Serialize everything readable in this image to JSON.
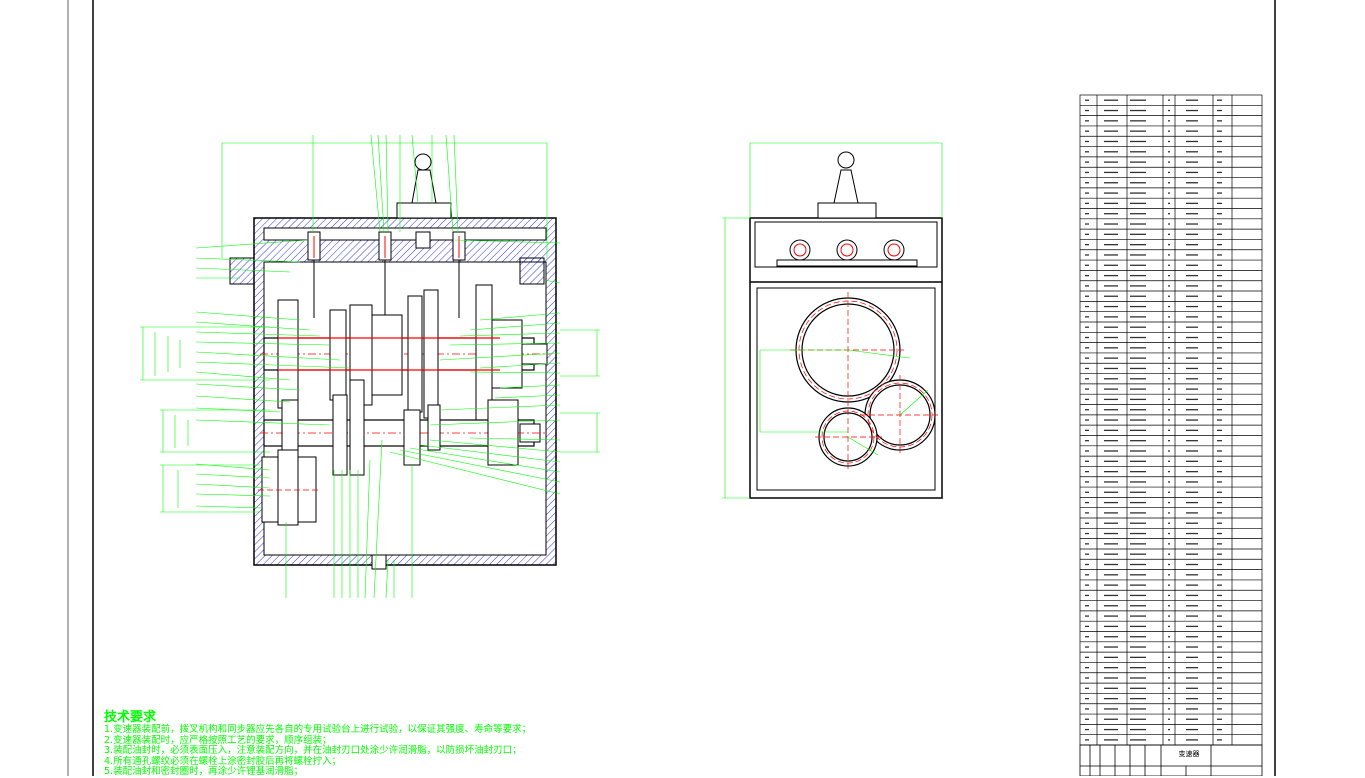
{
  "technical_requirements": {
    "title": "技术要求",
    "items": [
      "1.变速器装配前，拨叉机构和同步器应先各自的专用试验台上进行试验，以保证其强度、寿命等要求；",
      "2.变速器装配时，应严格按照工艺的要求，顺序组装；",
      "3.装配油封时，必须表面压入，注意装配方向，并在油封刃口处涂少许润滑脂，以防损坏油封刃口；",
      "4.所有通孔螺纹必须在螺栓上涂密封胶后再将螺栓拧入；",
      "5.装配油封和密封圈时，再涂少许锂基润滑脂；"
    ]
  },
  "title_block": {
    "drawing_name": "变速器"
  },
  "colors": {
    "line": "#000000",
    "dimension": "#00ff00",
    "centerline": "#ff0000",
    "hatch": "#0000ff"
  }
}
